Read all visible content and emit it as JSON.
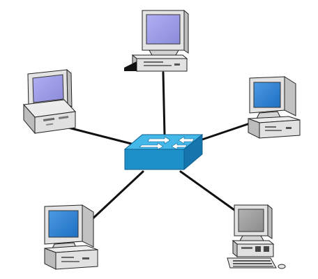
{
  "diagram": {
    "topology": "star",
    "hub": {
      "type": "network-switch",
      "icon": "switch-icon"
    },
    "nodes": [
      {
        "id": "node-top",
        "icon": "desktop-computer-icon",
        "screen_color": "#9999e6"
      },
      {
        "id": "node-upper-left",
        "icon": "desktop-computer-icon",
        "screen_color": "#9999e6"
      },
      {
        "id": "node-upper-right",
        "icon": "desktop-computer-icon",
        "screen_color": "#2f7fd0"
      },
      {
        "id": "node-lower-left",
        "icon": "desktop-computer-icon",
        "screen_color": "#2f7fd0"
      },
      {
        "id": "node-lower-right",
        "icon": "desktop-computer-icon",
        "screen_color": "#9c9c9c"
      }
    ],
    "colors": {
      "cable": "#111111",
      "switch_top": "#3fb4e8",
      "switch_front": "#1e8fc8",
      "switch_side": "#1676ad",
      "case": "#e6e6e6",
      "case_shadow": "#bdbdbd"
    }
  }
}
